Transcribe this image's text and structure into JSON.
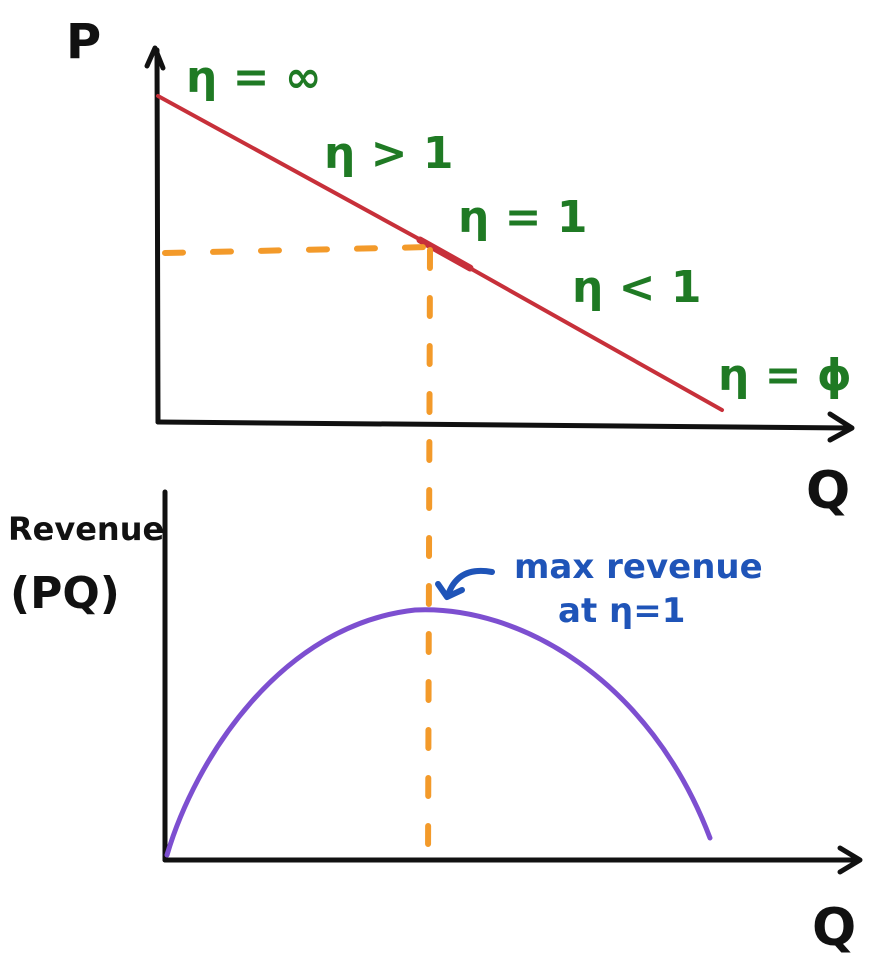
{
  "top_chart": {
    "y_axis_label": "P",
    "x_axis_label": "Q",
    "elasticity_labels": {
      "infinite": "η = ∞",
      "greater_than_one": "η > 1",
      "equals_one": "η = 1",
      "less_than_one": "η < 1",
      "zero": "η = ϕ"
    }
  },
  "bottom_chart": {
    "y_axis_label_line1": "Revenue",
    "y_axis_label_line2": "(PQ)",
    "x_axis_label": "Q",
    "annotation_line1": "max revenue",
    "annotation_line2": "at η=1"
  },
  "colors": {
    "demand_line": "#c7303a",
    "guide_dashes": "#f39a2a",
    "revenue_curve": "#7d4fd0",
    "elasticity_text": "#1f7a24",
    "annotation_text": "#1f54b8",
    "axes": "#111111"
  }
}
